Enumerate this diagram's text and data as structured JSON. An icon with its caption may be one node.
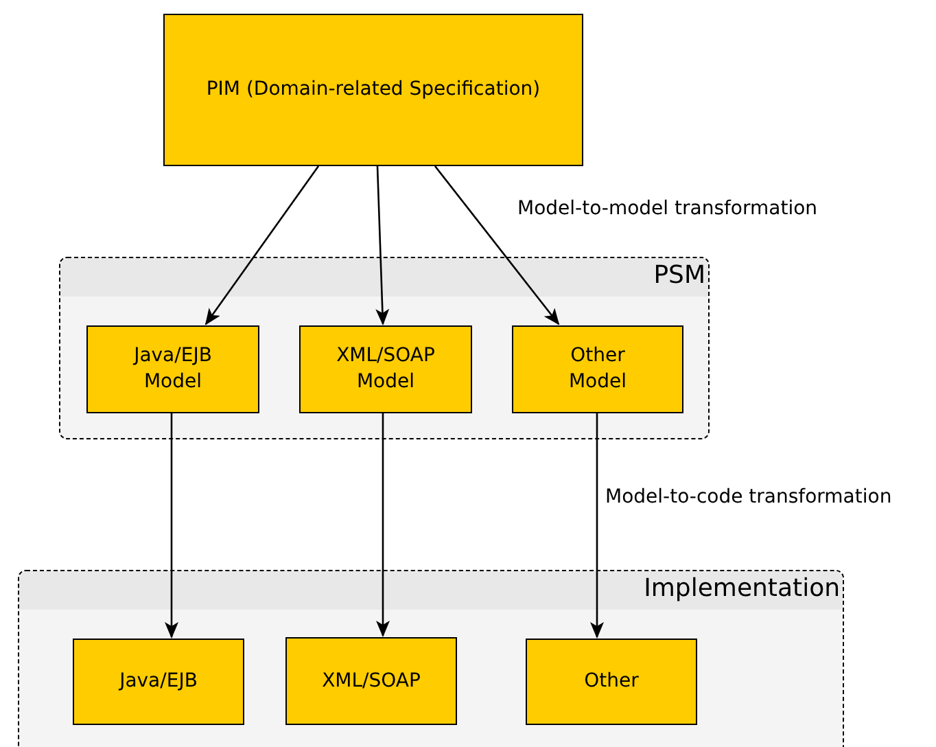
{
  "diagram": {
    "nodes": [
      {
        "text": [
          "PIM (Domain-related Specification)"
        ]
      },
      {
        "text": [
          "PSM"
        ]
      },
      {
        "text": [
          "Java/EJB Model"
        ],
        "in": 1
      },
      {
        "text": [
          "XML/SOAP Model"
        ],
        "in": 1
      },
      {
        "text": [
          "Other Model"
        ],
        "in": 1
      },
      {
        "text": [
          "Implementation"
        ]
      },
      {
        "text": [
          "Java/EJB"
        ],
        "in": 5
      },
      {
        "text": [
          "XML/SOAP"
        ],
        "in": 5
      },
      {
        "text": [
          "Other"
        ],
        "in": 5
      }
    ],
    "edges": [
      {
        "from": 0,
        "to": 2,
        "arrow": "to"
      },
      {
        "from": 0,
        "to": 3,
        "arrow": "to"
      },
      {
        "from": 0,
        "to": 4,
        "arrow": "to"
      },
      {
        "from": 2,
        "to": 6,
        "arrow": "to"
      },
      {
        "from": 3,
        "to": 7,
        "arrow": "to"
      },
      {
        "from": 4,
        "to": 8,
        "arrow": "to"
      }
    ],
    "labels": [
      "Model-to-model transformation",
      "Model-to-code transformation"
    ]
  }
}
